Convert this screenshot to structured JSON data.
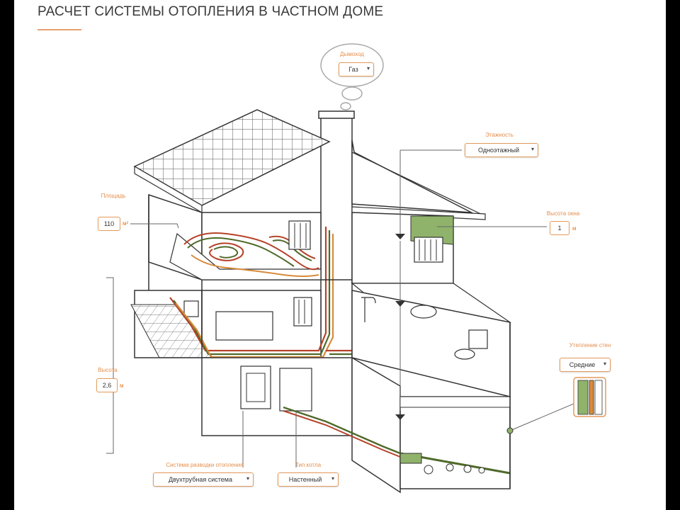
{
  "page_title": "РАСЧЕТ СИСТЕМЫ ОТОПЛЕНИЯ В ЧАСТНОМ ДОМЕ",
  "fuel": {
    "label": "Дымоход",
    "value": "Газ"
  },
  "floors": {
    "label": "Этажность",
    "value": "Одноэтажный"
  },
  "area": {
    "label": "Площадь",
    "value": "110",
    "unit": "м²"
  },
  "window_height": {
    "label": "Высота окна",
    "value": "1",
    "unit": "м"
  },
  "wall_height": {
    "label": "Высота",
    "value": "2,6",
    "unit": "м"
  },
  "wall_insulation": {
    "label": "Утепление стен",
    "value": "Средние"
  },
  "piping": {
    "label": "Система разводки отопления",
    "value": "Двухтрубная система"
  },
  "radiators": {
    "label": "Тип котла",
    "value": "Настенный"
  },
  "colors": {
    "accent": "#e07a2a",
    "field_border": "#e39a5a",
    "pipe_red": "#b5432a",
    "pipe_green": "#4f6a2a",
    "pipe_orange": "#d88a3a",
    "green_panel": "#8fb36a"
  }
}
